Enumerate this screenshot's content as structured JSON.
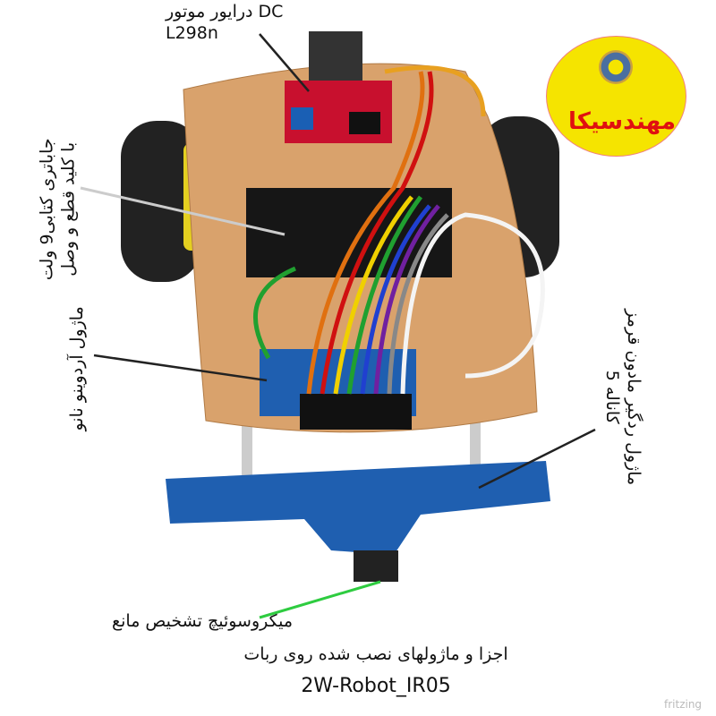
{
  "labels": {
    "motor_driver_line1": "درایور موتور DC",
    "motor_driver_line2": "L298n",
    "battery_line1": "جاباتری کتابی9 ولت",
    "battery_line2": "با کلید قطع و وصل",
    "arduino": "ماژول آردوینو نانو",
    "ir_line1": "ماژول ردگیر مادون قرمز",
    "ir_line2": "5 کاناله",
    "microswitch": "میکروسوئیچ تشخیص مانع"
  },
  "caption": {
    "line1": "اجزا و ماژولهای نصب شده روی ربات",
    "line2": "2W-Robot_IR05"
  },
  "logo": {
    "text": "مهندسیکا"
  },
  "watermark": "fritzing",
  "colors": {
    "chassis": "#d9a26c",
    "logo_bg": "#f5e400",
    "logo_text": "#e01010",
    "pcb_blue": "#1f5fb0"
  }
}
